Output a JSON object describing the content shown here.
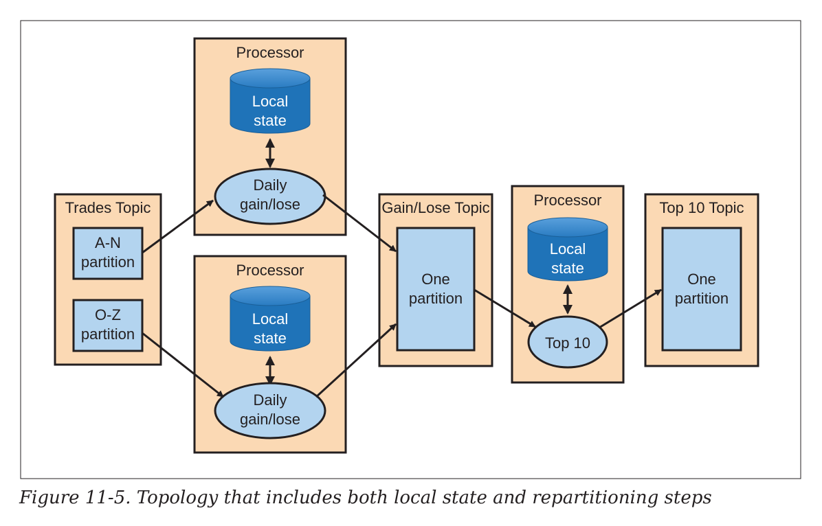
{
  "trades_topic": {
    "title": "Trades Topic",
    "partition_an": [
      "A-N",
      "partition"
    ],
    "partition_oz": [
      "O-Z",
      "partition"
    ]
  },
  "processor_top": {
    "title": "Processor",
    "store": [
      "Local",
      "state"
    ],
    "op": [
      "Daily",
      "gain/lose"
    ]
  },
  "processor_bottom": {
    "title": "Processor",
    "store": [
      "Local",
      "state"
    ],
    "op": [
      "Daily",
      "gain/lose"
    ]
  },
  "gain_lose_topic": {
    "title": "Gain/Lose Topic",
    "partition": [
      "One",
      "partition"
    ]
  },
  "processor_top10": {
    "title": "Processor",
    "store": [
      "Local",
      "state"
    ],
    "op": [
      "Top 10"
    ]
  },
  "top10_topic": {
    "title": "Top 10 Topic",
    "partition": [
      "One",
      "partition"
    ]
  },
  "caption": "Figure 11-5. Topology that includes both local state and repartitioning steps",
  "colors": {
    "container_fill": "#fbd9b4",
    "node_fill": "#b3d4ef",
    "store_fill": "#1f73b8",
    "outline": "#231f20"
  }
}
